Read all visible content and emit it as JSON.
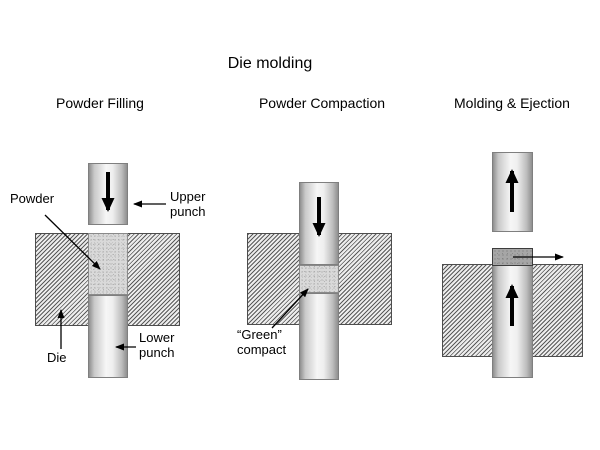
{
  "title": "Die molding",
  "panels": [
    {
      "subtitle": "Powder Filling",
      "labels": {
        "powder": "Powder",
        "upper_punch": "Upper punch",
        "lower_punch": "Lower punch",
        "die": "Die"
      }
    },
    {
      "subtitle": "Powder Compaction",
      "labels": {
        "green_compact": "“Green” compact"
      }
    },
    {
      "subtitle": "Molding & Ejection",
      "labels": {}
    }
  ],
  "colors": {
    "background": "#ffffff",
    "text": "#000000",
    "die_fill": "#ededed",
    "die_hatch_line": "#5a5a5a",
    "powder_fill": "#d9d9d9",
    "powder_speckle": "#9a9a9a",
    "green_compact_fill": "#a6a6a6",
    "punch_edge": "#8f8f8f",
    "punch_highlight": "#f6f6f6",
    "arrow": "#000000"
  }
}
